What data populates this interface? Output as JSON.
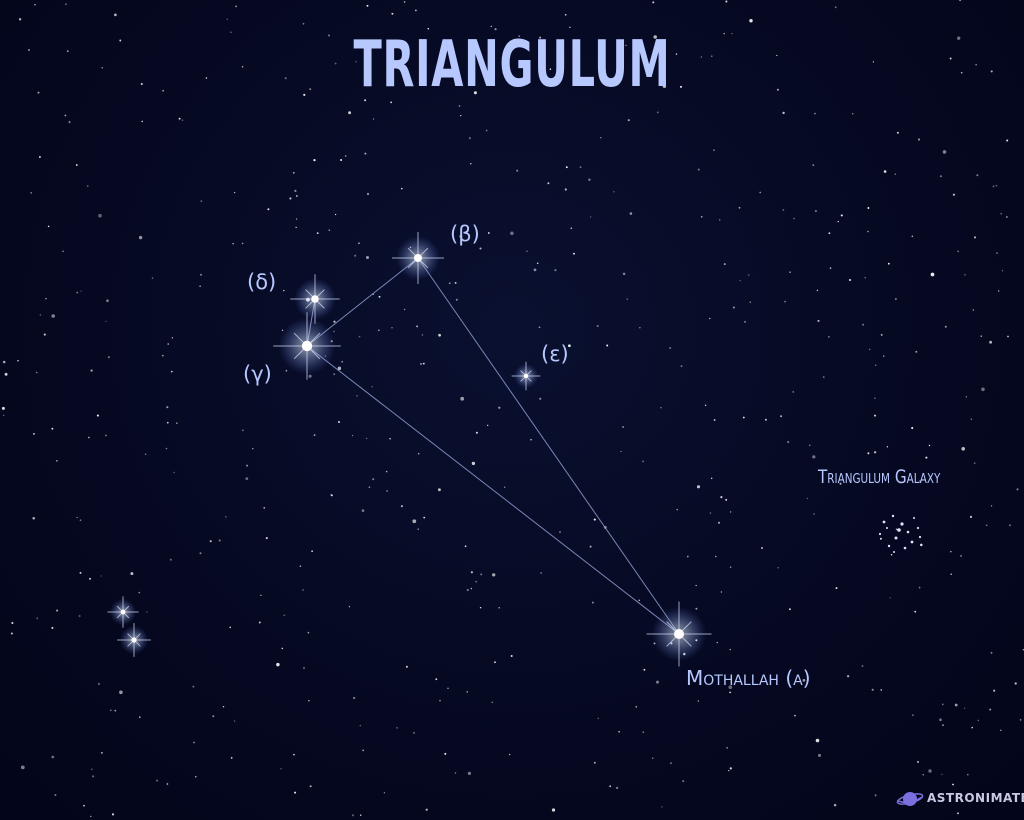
{
  "title": "TRIANGULUM",
  "stars": {
    "alpha": {
      "label": "Mothallah (α)"
    },
    "beta": {
      "label": "(β)"
    },
    "gamma": {
      "label": "(γ)"
    },
    "delta": {
      "label": "(δ)"
    },
    "epsilon": {
      "label": "(ε)"
    }
  },
  "galaxy": {
    "label": "Triangulum Galaxy"
  },
  "brand": {
    "name": "ASTRONIMATE"
  },
  "colors": {
    "background": "#060a24",
    "label": "#b7c8ff",
    "line": "#9fb2e6",
    "brand_planet": "#7b6fe0"
  }
}
